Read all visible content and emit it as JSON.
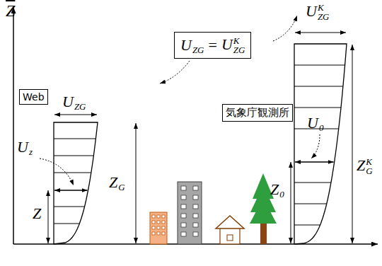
{
  "diagram": {
    "nodes": [
      {
        "text": [
          "U",
          "ZG",
          "=",
          "U",
          "K",
          "ZG"
        ]
      },
      {
        "text": [
          "気象庁観測所"
        ]
      },
      {
        "text": [
          "Web"
        ]
      }
    ],
    "labels": [
      "Z",
      "U",
      "K",
      "ZG",
      "U",
      "ZG",
      "U",
      "z",
      "Z",
      "G",
      "Z",
      "U",
      "0",
      "Z",
      "0",
      "Z",
      "K",
      "G"
    ]
  }
}
